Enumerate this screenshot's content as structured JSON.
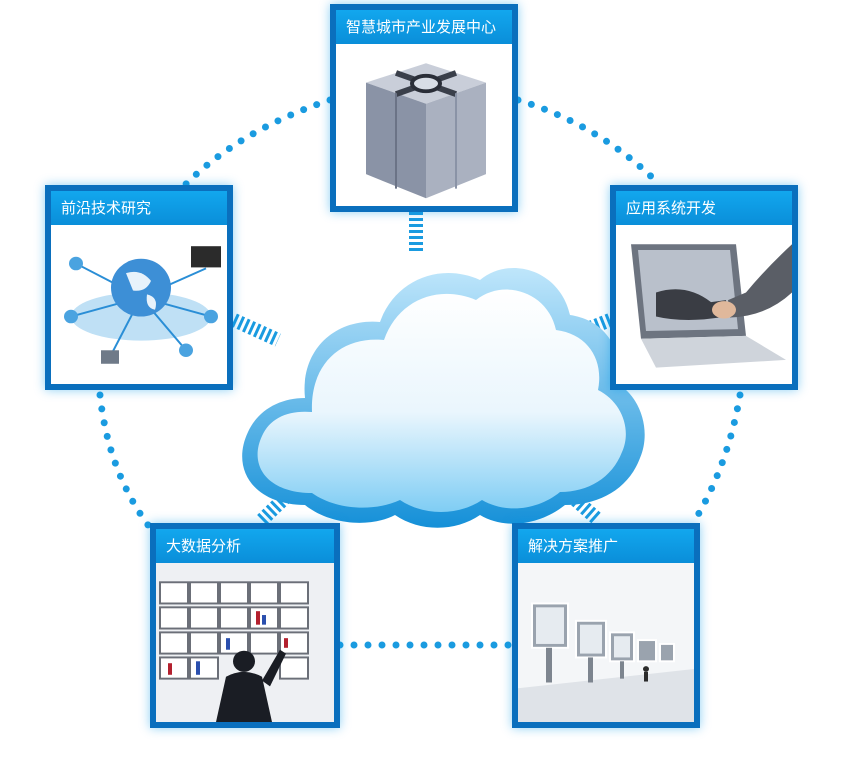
{
  "nodes": {
    "top": {
      "title": "智慧城市产业发展中心",
      "icon": "metal-cube-icon"
    },
    "left": {
      "title": "前沿技术研究",
      "icon": "globe-network-icon"
    },
    "right": {
      "title": "应用系统开发",
      "icon": "laptop-handshake-icon"
    },
    "bottom_left": {
      "title": "大数据分析",
      "icon": "data-wall-analyst-icon"
    },
    "bottom_right": {
      "title": "解决方案推广",
      "icon": "display-screens-icon"
    }
  },
  "center": {
    "icon": "cloud-icon"
  },
  "colors": {
    "accent": "#0a8ed9",
    "frame": "#0a6fbd",
    "dots": "#1a9be0",
    "cloud_edge": "#3aaee8"
  }
}
